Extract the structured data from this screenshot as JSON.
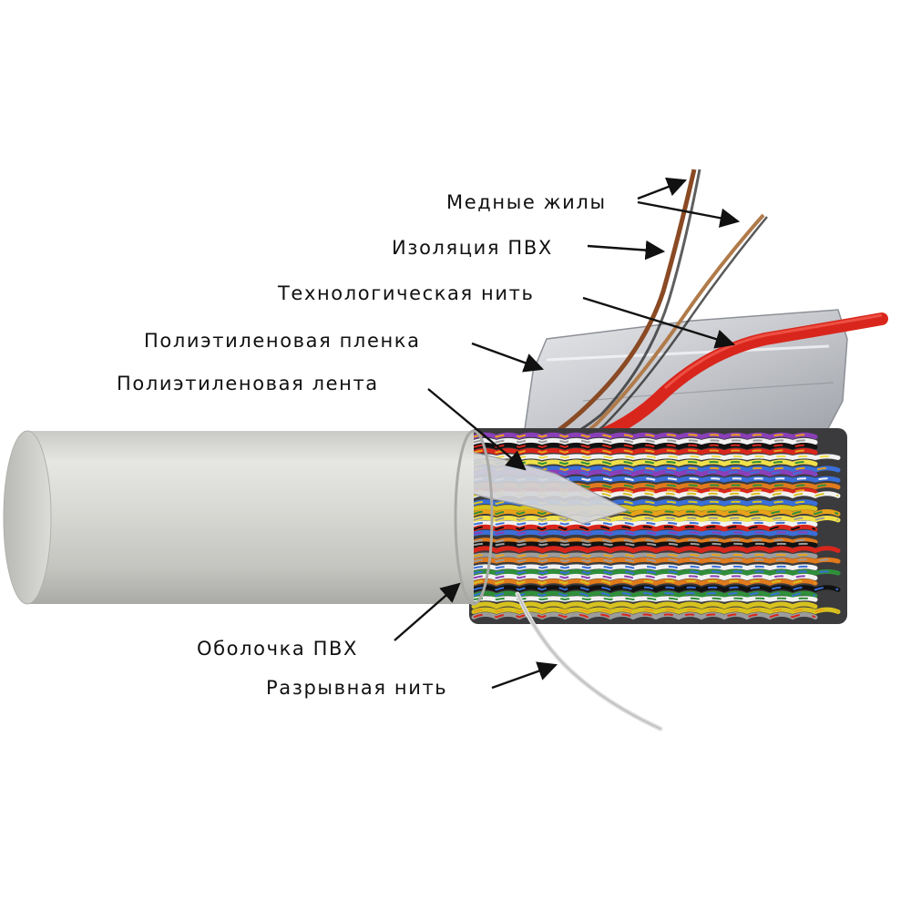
{
  "labels": {
    "copper_cores": "Медные жилы",
    "pvc_insulation": "Изоляция ПВХ",
    "tech_thread": "Технологическая нить",
    "pe_film": "Полиэтиленовая пленка",
    "pe_tape": "Полиэтиленовая лента",
    "pvc_sheath": "Оболочка ПВХ",
    "rip_cord": "Разрывная нить"
  },
  "colors": {
    "background": "#ffffff",
    "sheath": "#d4d5d0",
    "tech_thread": "#e0241b",
    "copper": "#9a5a2e",
    "label_text": "#111111",
    "arrow": "#111111"
  }
}
